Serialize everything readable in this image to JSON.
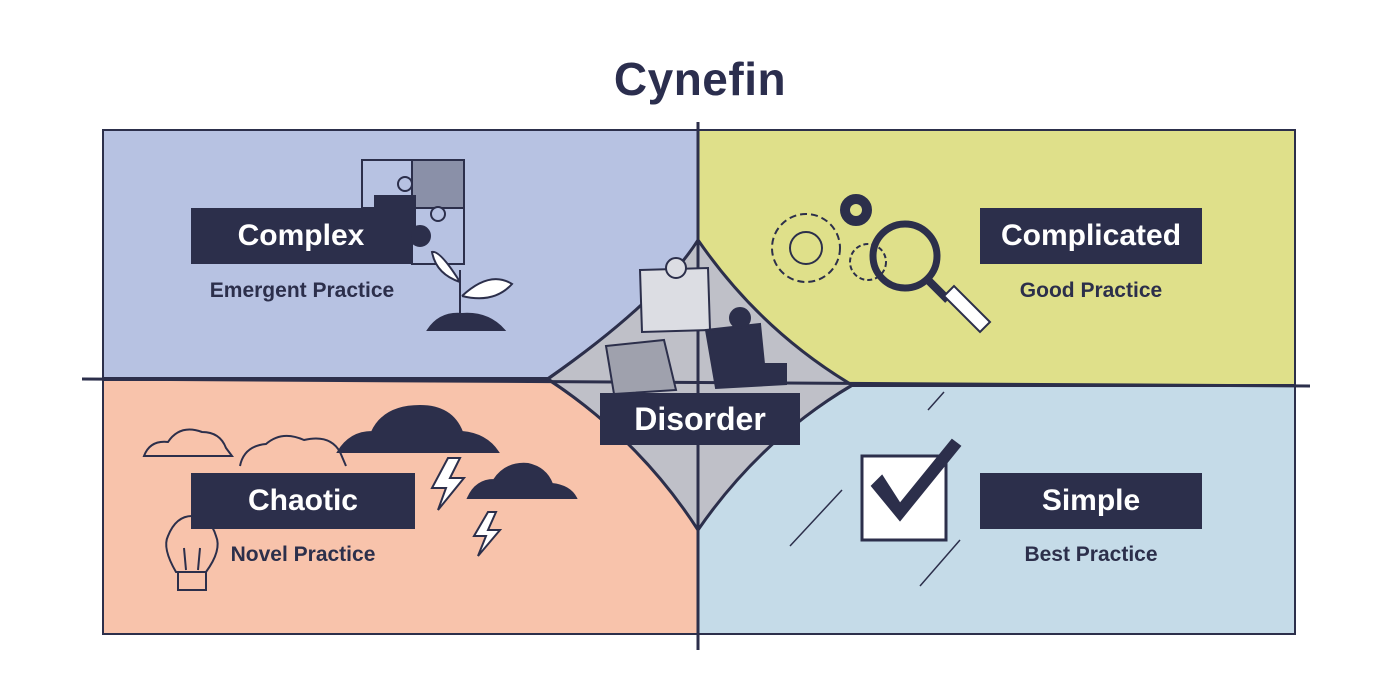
{
  "title": "Cynefin",
  "domains": {
    "complex": {
      "label": "Complex",
      "practice": "Emergent Practice"
    },
    "complicated": {
      "label": "Complicated",
      "practice": "Good Practice"
    },
    "chaotic": {
      "label": "Chaotic",
      "practice": "Novel Practice"
    },
    "simple": {
      "label": "Simple",
      "practice": "Best Practice"
    },
    "disorder": {
      "label": "Disorder"
    }
  },
  "colors": {
    "complex": "#b7c2e2",
    "complicated": "#dfe08a",
    "chaotic": "#f8c3ab",
    "simple": "#c5dbe8",
    "disorder": "#bfc0c8",
    "ink": "#2c2f4b"
  },
  "icons": {
    "complex": [
      "puzzle-icon",
      "seedling-icon"
    ],
    "complicated": [
      "gears-icon",
      "magnifier-icon"
    ],
    "chaotic": [
      "storm-clouds-icon",
      "lightning-icon",
      "lightbulb-icon"
    ],
    "simple": [
      "checkbox-icon"
    ],
    "disorder": [
      "puzzle-pieces-icon"
    ]
  }
}
